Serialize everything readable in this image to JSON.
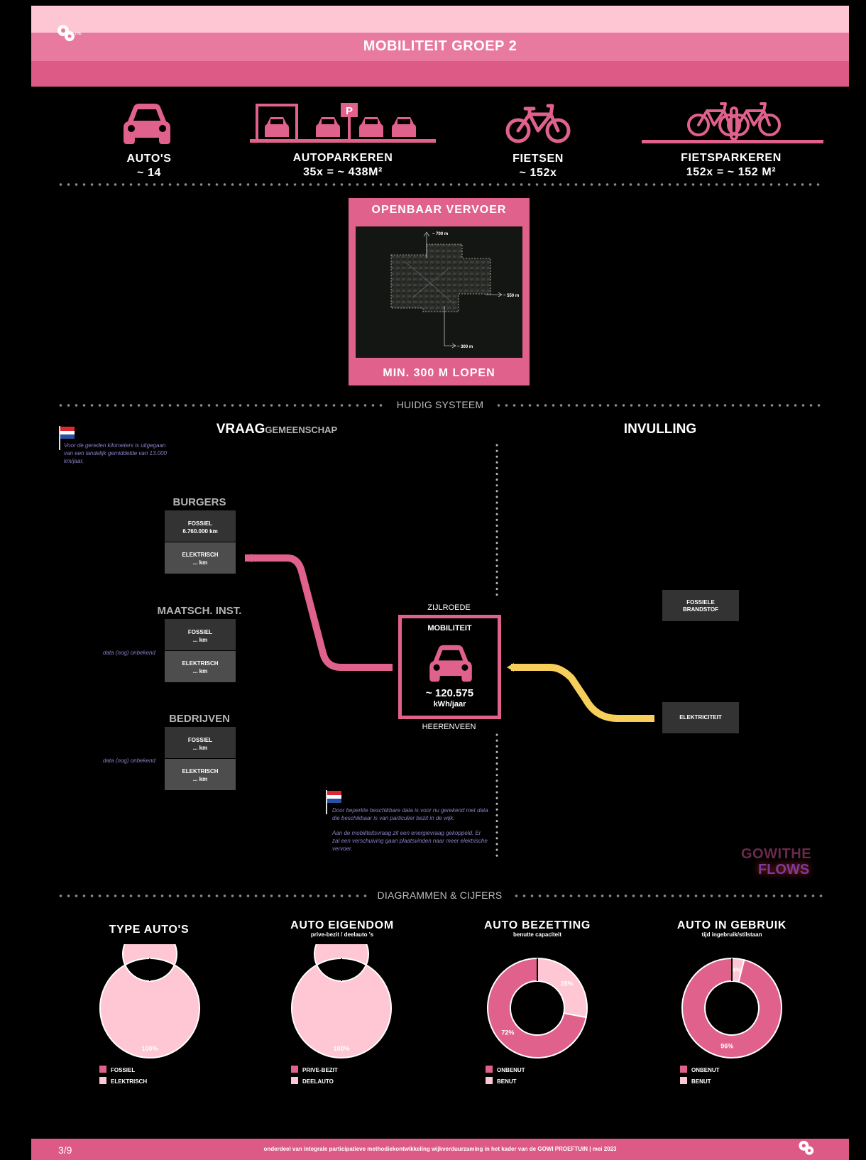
{
  "header": {
    "title": "MOBILITEIT GROEP 2"
  },
  "stats": [
    {
      "label": "AUTO'S",
      "value": "~ 14"
    },
    {
      "label": "AUTOPARKEREN",
      "value": "35x = ~ 438M²"
    },
    {
      "label": "FIETSEN",
      "value": "~ 152x"
    },
    {
      "label": "FIETSPARKEREN",
      "value": "152x = ~ 152 M²"
    }
  ],
  "parking_sign": "P",
  "ov": {
    "title": "OPENBAAR VERVOER",
    "footer": "MIN. 300 M LOPEN",
    "d700": "~ 700 m",
    "d550": "~ 550 m",
    "d300": "~ 300 m"
  },
  "sections": {
    "current": "HUIDIG SYSTEEM",
    "diagrams": "DIAGRAMMEN & CIJFERS"
  },
  "vraag": {
    "title_bold": "VRAAG",
    "title_small": "GEMEENSCHAP",
    "note": "Voor de gereden kilometers is uitgegaan van een landelijk gemiddelde van 13.000 km/jaar."
  },
  "invulling": {
    "title": "INVULLING"
  },
  "groups": [
    {
      "name": "BURGERS",
      "fossiel_label": "FOSSIEL",
      "fossiel_value": "6.760.000 km",
      "elektrisch_label": "ELEKTRISCH",
      "elektrisch_value": "... km",
      "note": ""
    },
    {
      "name": "MAATSCH. INST.",
      "fossiel_label": "FOSSIEL",
      "fossiel_value": "... km",
      "elektrisch_label": "ELEKTRISCH",
      "elektrisch_value": "... km",
      "note": "data (nog) onbekend"
    },
    {
      "name": "BEDRIJVEN",
      "fossiel_label": "FOSSIEL",
      "fossiel_value": "... km",
      "elektrisch_label": "ELEKTRISCH",
      "elektrisch_value": "... km",
      "note": "data (nog) onbekend"
    }
  ],
  "center": {
    "top_label": "ZIJLROEDE",
    "title": "MOBILITEIT",
    "value": "~ 120.575",
    "unit": "kWh/jaar",
    "bottom_label": "HEERENVEEN"
  },
  "sources": {
    "fossil": "FOSSIELE BRANDSTOF",
    "electric": "ELEKTRICITEIT"
  },
  "bottom_note": {
    "p1": "Door beperkte beschikbare data is voor nu gerekend met data die beschikbaar is van particulier bezit in de wijk.",
    "p2": "Aan de mobiliteitsvraag zit een energievraag gekoppeld. Er zal een verschuiving gaan plaatsvinden naar meer elektrische vervoer."
  },
  "logo_text": {
    "top": "GOWITHE",
    "bottom": "FLOWS"
  },
  "colors": {
    "pink": "#e0628c",
    "light_pink": "#ffc6d3",
    "yellow": "#f6cf5b",
    "purple_note": "#8e7fc8"
  },
  "chart_data": [
    {
      "type": "pie",
      "title": "TYPE AUTO'S",
      "subtitle": "",
      "categories": [
        "FOSSIEL",
        "ELEKTRISCH"
      ],
      "values": [
        0,
        100
      ],
      "labels": [
        "",
        "100%"
      ]
    },
    {
      "type": "pie",
      "title": "AUTO EIGENDOM",
      "subtitle": "prive-bezit / deelauto 's",
      "categories": [
        "PRIVE-BEZIT",
        "DEELAUTO"
      ],
      "values": [
        0,
        100
      ],
      "labels": [
        "",
        "100%"
      ]
    },
    {
      "type": "pie",
      "title": "AUTO BEZETTING",
      "subtitle": "benutte capaciteit",
      "categories": [
        "ONBENUT",
        "BENUT"
      ],
      "values": [
        72,
        28
      ],
      "labels": [
        "72%",
        "28%"
      ]
    },
    {
      "type": "pie",
      "title": "AUTO IN GEBRUIK",
      "subtitle": "tijd ingebruik/stilstaan",
      "categories": [
        "ONBENUT",
        "BENUT"
      ],
      "values": [
        96,
        4
      ],
      "labels": [
        "96%",
        "4%"
      ]
    }
  ],
  "footer": {
    "page": "3/9",
    "text": "onderdeel van integrale participatieve methodiekontwikkeling wijkverduurzaming in het kader van de GOWI PROEFTUIN | mei 2023"
  }
}
